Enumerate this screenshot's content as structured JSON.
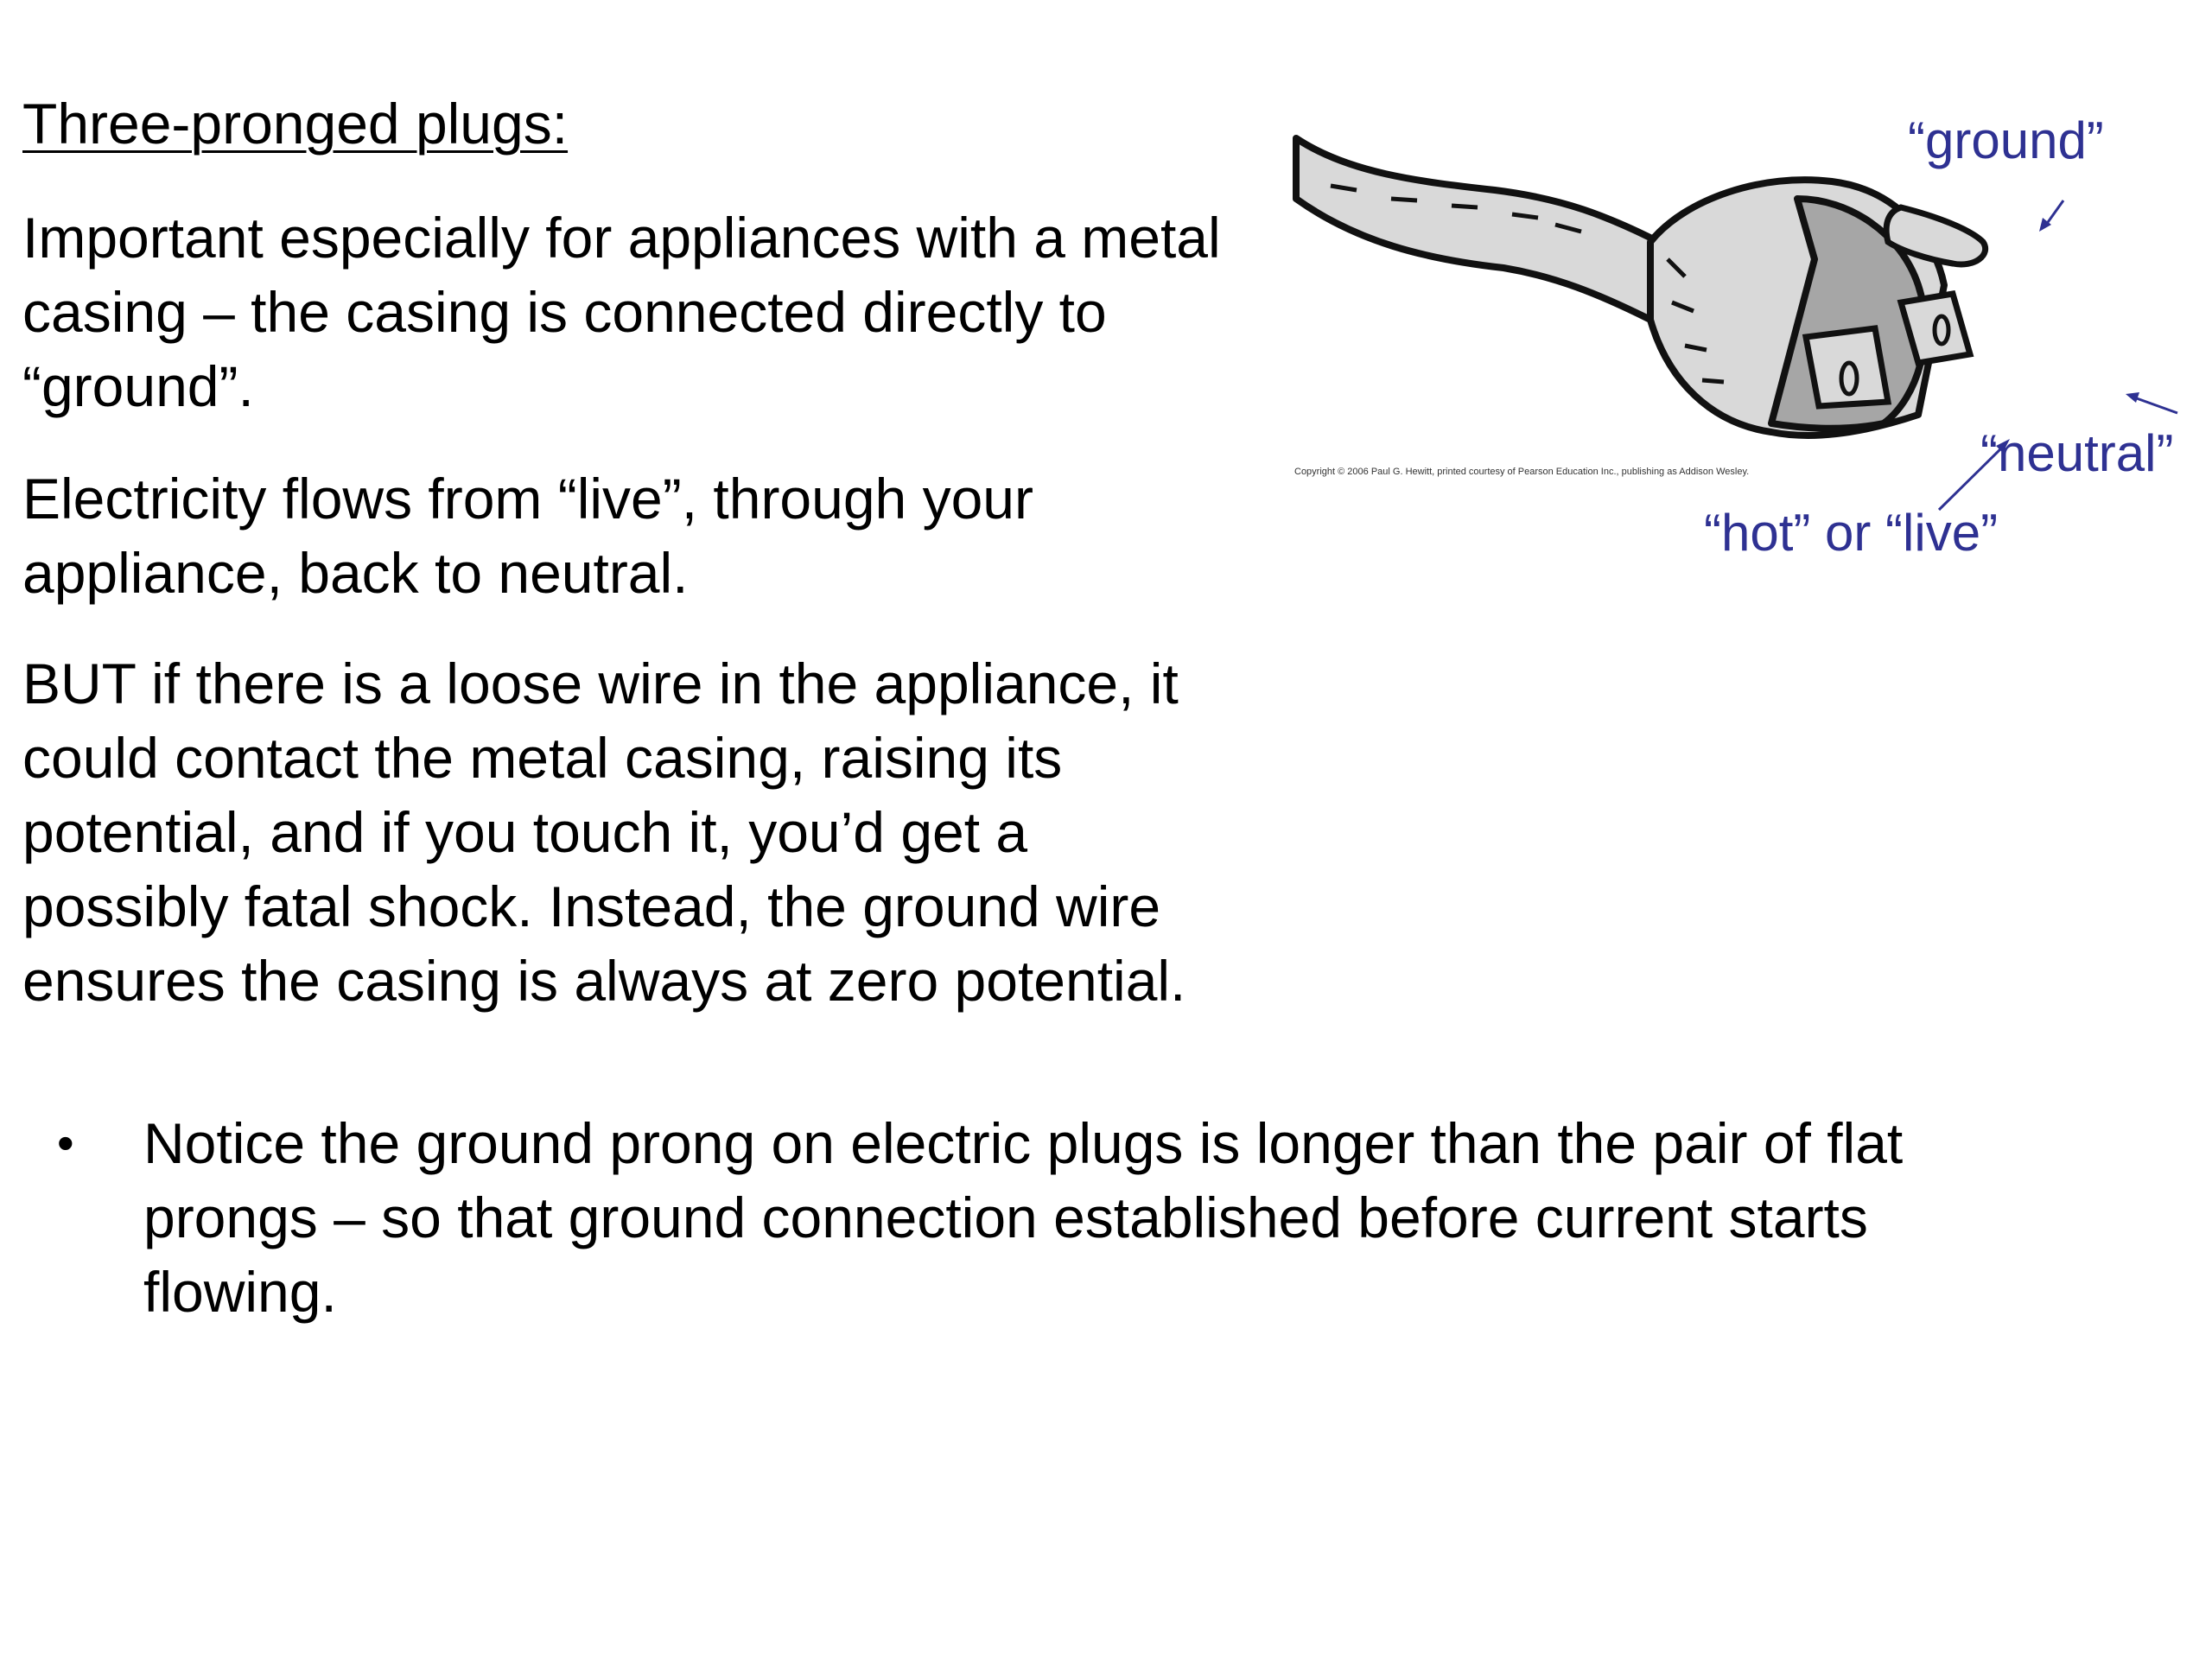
{
  "slide": {
    "title": "Three-pronged plugs:",
    "paragraph1": [
      "Important especially for appliances with a metal",
      "casing – the casing is connected directly to",
      "“ground”."
    ],
    "paragraph2": [
      "Electricity flows from “live”, through your",
      "appliance, back to neutral."
    ],
    "paragraph3": [
      "BUT if there is a loose wire in the appliance, it",
      "could contact the metal casing, raising its",
      "potential, and if  you touch it, you’d get a",
      "possibly fatal shock. Instead, the ground wire",
      "ensures the casing is always at zero potential."
    ],
    "bullet": {
      "marker": "•",
      "lines": [
        "Notice the ground prong on electric plugs is longer than the pair of flat",
        "prongs – so that ground connection established before current starts",
        "flowing."
      ]
    }
  },
  "figure": {
    "labels": {
      "ground": "“ground”",
      "neutral": "“neutral”",
      "hot_live": "“hot” or “live”"
    },
    "copyright": "Copyright © 2006 Paul G. Hewitt, printed courtesy of Pearson Education Inc., publishing as Addison Wesley.",
    "label_color": "#2e3192",
    "plug_fill": "#d9d9d9",
    "plug_face_fill": "#a6a6a6"
  }
}
